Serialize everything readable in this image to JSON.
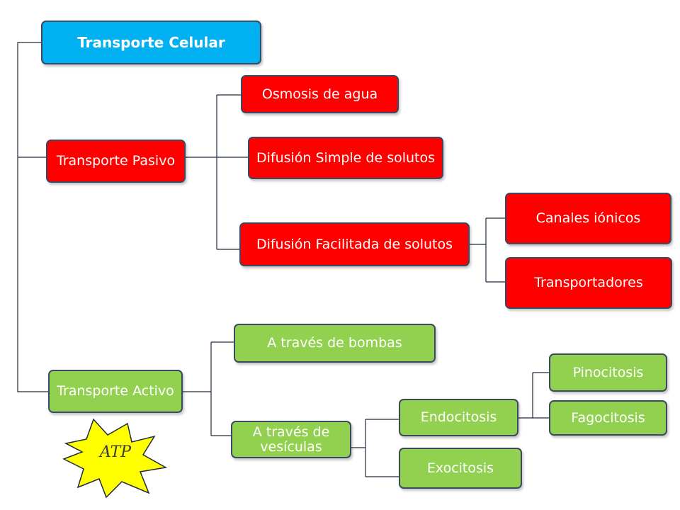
{
  "root": {
    "label": "Transporte Celular"
  },
  "pasivo": {
    "label": "Transporte Pasivo",
    "children": {
      "osmosis": "Osmosis de agua",
      "simple": "Difusión Simple de solutos",
      "facilitada": "Difusión Facilitada de solutos"
    },
    "facilitada_children": {
      "canales": "Canales iónicos",
      "transportadores": "Transportadores"
    }
  },
  "activo": {
    "label": "Transporte Activo",
    "children": {
      "bombas": "A través de bombas",
      "vesiculas": "A través de vesículas"
    },
    "vesiculas_children": {
      "endocitosis": "Endocitosis",
      "exocitosis": "Exocitosis"
    },
    "endocitosis_children": {
      "pinocitosis": "Pinocitosis",
      "fagocitosis": "Fagocitosis"
    }
  },
  "badge": {
    "label": "ATP",
    "color": "#ffff00"
  },
  "colors": {
    "root": "#00b0f0",
    "pasivo": "#ff0000",
    "activo": "#92d050",
    "border": "#3b4a63"
  }
}
